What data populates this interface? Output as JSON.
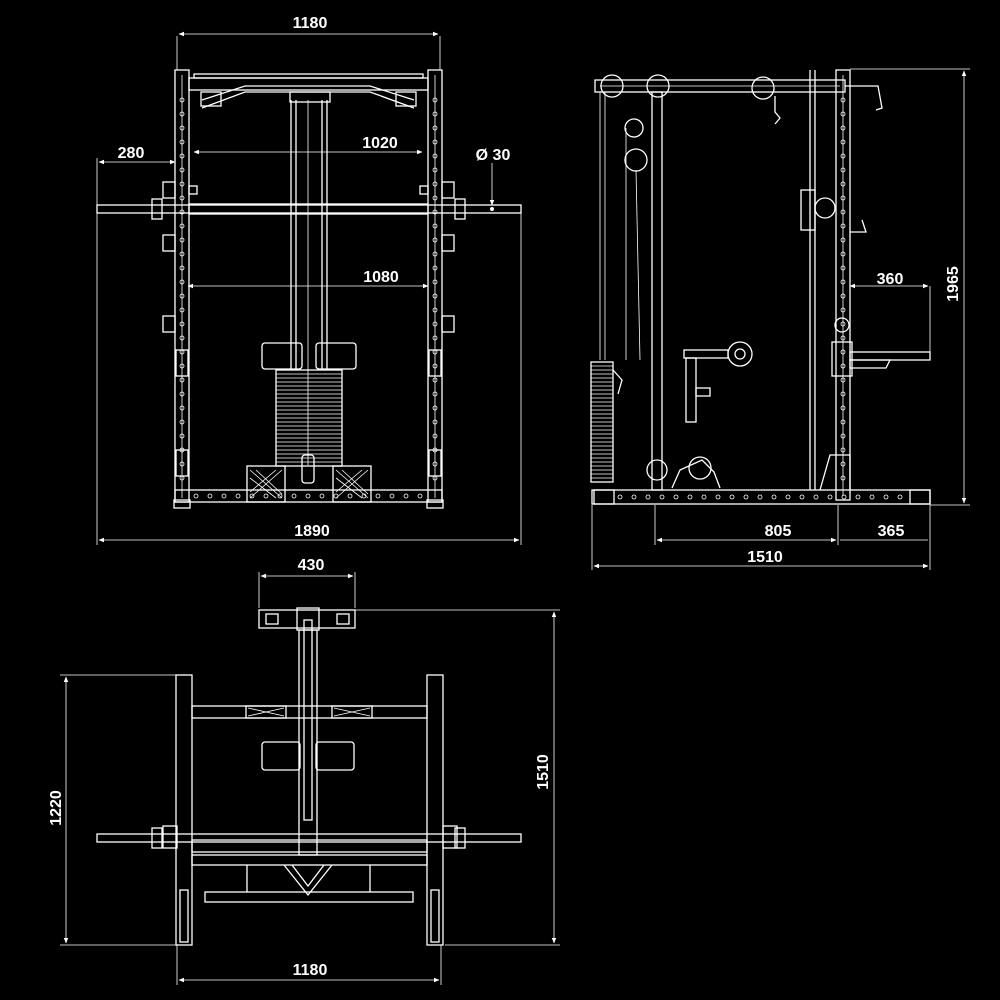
{
  "colors": {
    "background": "#000000",
    "line": "#ffffff"
  },
  "front_view": {
    "width_top": "1180",
    "bar_overhang": "280",
    "inner_width_upper": "1020",
    "bar_diameter": "Ø 30",
    "inner_width_lower": "1080",
    "bar_length": "1890"
  },
  "side_view": {
    "height": "1965",
    "spotter_arm": "360",
    "base_front": "805",
    "base_rear": "365",
    "depth": "1510"
  },
  "top_view": {
    "top_bar_width": "430",
    "frame_depth": "1220",
    "total_depth": "1510",
    "frame_width": "1180"
  }
}
